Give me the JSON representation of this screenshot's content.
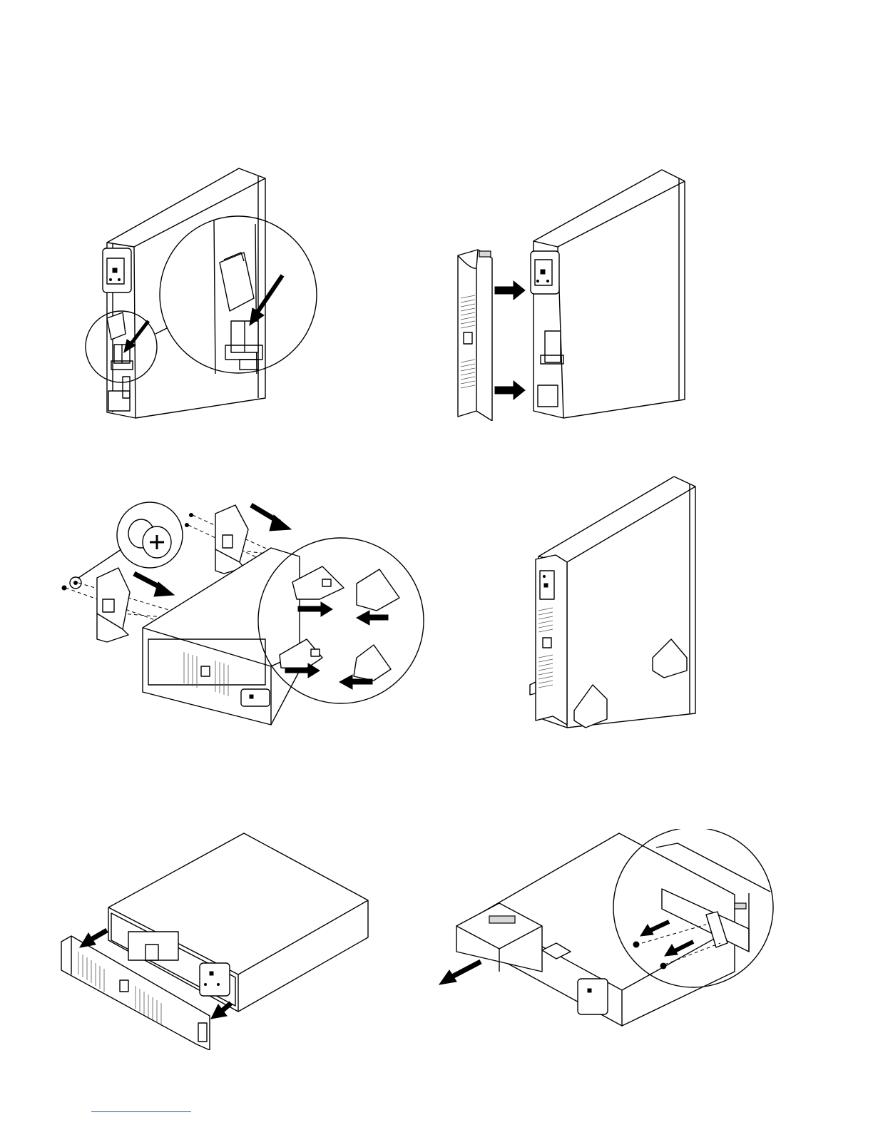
{
  "figures": [
    {
      "id": "fig1",
      "content": "connect-internal-battery-connector"
    },
    {
      "id": "fig2",
      "content": "attach-front-cover-tower"
    },
    {
      "id": "fig3",
      "content": "attach-tower-stands"
    },
    {
      "id": "fig4",
      "content": "tower-on-stands"
    },
    {
      "id": "fig5",
      "content": "remove-front-cover-rack"
    },
    {
      "id": "fig6",
      "content": "remove-battery-tray-screws"
    }
  ],
  "colors": {
    "line": "#000000",
    "background": "#ffffff",
    "footer_rule": "#2f4f9a"
  }
}
